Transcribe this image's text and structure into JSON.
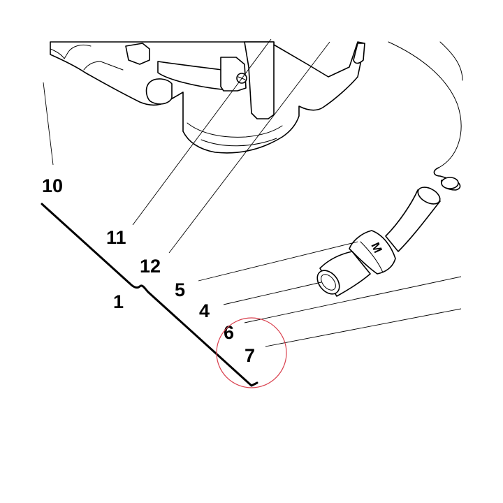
{
  "callouts": {
    "c10": "10",
    "c11": "11",
    "c12": "12",
    "c1": "1",
    "c5": "5",
    "c4": "4",
    "c6": "6",
    "c7": "7"
  },
  "hose_marking": "M",
  "colors": {
    "line": "#000000",
    "highlight_ring": "#d9404e",
    "background": "#ffffff"
  }
}
